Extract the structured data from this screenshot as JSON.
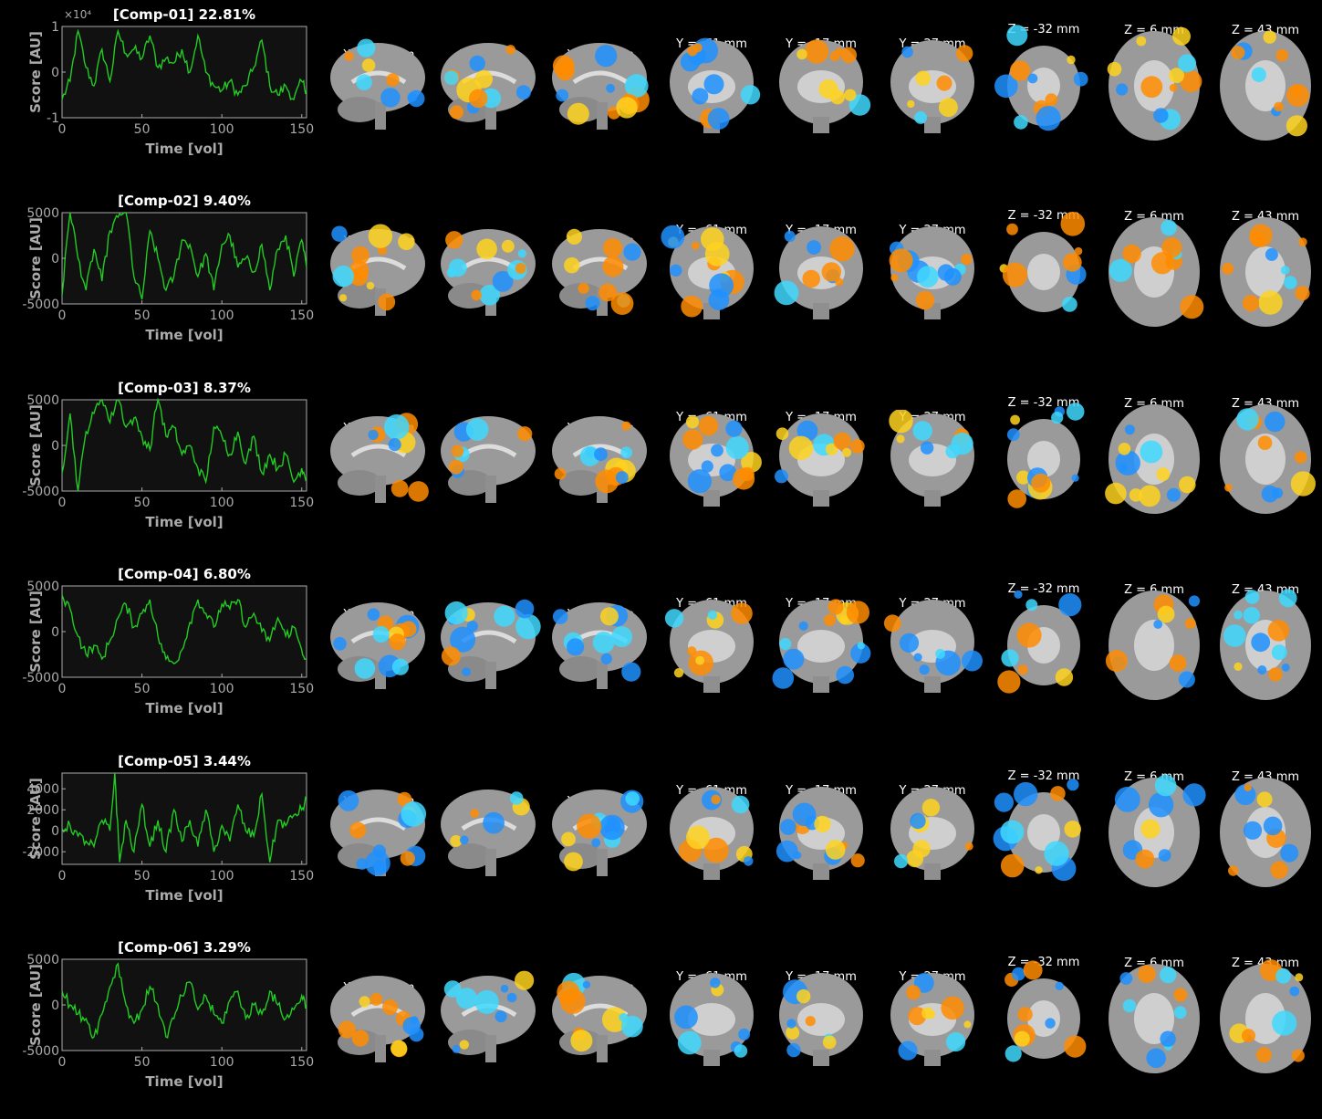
{
  "axes": {
    "ylabel": "Score [AU]",
    "xlabel": "Time [vol]",
    "xticks": [
      "0",
      "50",
      "100",
      "150"
    ],
    "xlim": [
      0,
      153
    ],
    "exponent_label": "×10⁴"
  },
  "slice_labels": [
    "X = -33 mm",
    "X = 2 mm",
    "X = 37 mm",
    "Y = -61 mm",
    "Y = -17 mm",
    "Y = 27 mm",
    "Z = -32 mm",
    "Z = 6 mm",
    "Z = 43 mm"
  ],
  "colors": {
    "trace": "#22cc22",
    "plot_bg": "#111111",
    "axis": "#aaaaaa",
    "positive": "#ff8c00",
    "negative": "#1e90ff"
  },
  "chart_data": [
    {
      "type": "line",
      "title": "[Comp-01] 22.81%",
      "yticks": [
        "-1",
        "0",
        "1"
      ],
      "ylim": [
        -1,
        1
      ],
      "x": [
        0,
        5,
        10,
        15,
        20,
        25,
        30,
        35,
        40,
        45,
        50,
        55,
        60,
        65,
        70,
        75,
        80,
        85,
        90,
        95,
        100,
        105,
        110,
        115,
        120,
        125,
        130,
        135,
        140,
        145,
        150,
        153
      ],
      "values": [
        -0.6,
        -0.2,
        0.9,
        0.1,
        -0.3,
        0.5,
        -0.2,
        0.9,
        0.4,
        0.5,
        0.3,
        0.8,
        0.1,
        0.3,
        0.2,
        0.5,
        0.0,
        0.8,
        0.0,
        -0.3,
        -0.4,
        -0.2,
        -0.5,
        -0.3,
        0.1,
        0.7,
        -0.3,
        -0.5,
        -0.3,
        -0.6,
        -0.2,
        -0.4
      ]
    },
    {
      "type": "line",
      "title": "[Comp-02] 9.40%",
      "yticks": [
        "5000",
        "0",
        "-5000"
      ],
      "ylim": [
        -5000,
        5000
      ],
      "x": [
        0,
        5,
        10,
        15,
        20,
        25,
        30,
        35,
        40,
        45,
        50,
        55,
        60,
        65,
        70,
        75,
        80,
        85,
        90,
        95,
        100,
        105,
        110,
        115,
        120,
        125,
        130,
        135,
        140,
        145,
        150,
        153
      ],
      "values": [
        -4000,
        5500,
        0,
        -3500,
        1000,
        -2500,
        3000,
        4500,
        5500,
        -2000,
        -4500,
        3000,
        0,
        -3500,
        -2000,
        2000,
        1500,
        -2000,
        500,
        -3500,
        1500,
        2500,
        -1000,
        0,
        -1500,
        1500,
        -3500,
        1000,
        2500,
        -2000,
        2000,
        -1000
      ]
    },
    {
      "type": "line",
      "title": "[Comp-03] 8.37%",
      "yticks": [
        "5000",
        "0",
        "-5000"
      ],
      "ylim": [
        -5000,
        5000
      ],
      "x": [
        0,
        5,
        10,
        15,
        20,
        25,
        30,
        35,
        40,
        45,
        50,
        55,
        60,
        65,
        70,
        75,
        80,
        85,
        90,
        95,
        100,
        105,
        110,
        115,
        120,
        125,
        130,
        135,
        140,
        145,
        150,
        153
      ],
      "values": [
        -3000,
        3500,
        -5000,
        1500,
        3500,
        5500,
        2500,
        5500,
        2000,
        3000,
        1000,
        -500,
        5500,
        1000,
        2000,
        -1000,
        0,
        -2500,
        -4000,
        2000,
        1000,
        -1000,
        1500,
        -2000,
        1000,
        -3000,
        -1000,
        -2500,
        -1000,
        -4000,
        -2500,
        -3500
      ]
    },
    {
      "type": "line",
      "title": "[Comp-04] 6.80%",
      "yticks": [
        "5000",
        "0",
        "-5000"
      ],
      "ylim": [
        -5000,
        5000
      ],
      "x": [
        0,
        5,
        10,
        15,
        20,
        25,
        30,
        35,
        40,
        45,
        50,
        55,
        60,
        65,
        70,
        75,
        80,
        85,
        90,
        95,
        100,
        105,
        110,
        115,
        120,
        125,
        130,
        135,
        140,
        145,
        150,
        153
      ],
      "values": [
        4000,
        2500,
        -500,
        -2500,
        -1500,
        -3000,
        -1000,
        1500,
        3000,
        500,
        2000,
        3500,
        -500,
        -3000,
        -3500,
        -2000,
        1000,
        3500,
        2000,
        500,
        3000,
        2500,
        3500,
        500,
        2000,
        0,
        -1000,
        1500,
        -500,
        500,
        -2000,
        -3000
      ]
    },
    {
      "type": "line",
      "title": "[Comp-05] 3.44%",
      "yticks": [
        "4000",
        "2000",
        "0",
        "-2000"
      ],
      "ylim": [
        -3200,
        5500
      ],
      "x": [
        0,
        5,
        10,
        15,
        20,
        25,
        30,
        33,
        36,
        40,
        45,
        50,
        55,
        60,
        65,
        70,
        75,
        80,
        85,
        90,
        95,
        100,
        105,
        110,
        115,
        120,
        125,
        130,
        135,
        140,
        145,
        150,
        153
      ],
      "values": [
        200,
        500,
        -500,
        -1000,
        -1500,
        1000,
        0,
        5500,
        -3000,
        1000,
        -2000,
        2500,
        -1500,
        1000,
        -2000,
        2000,
        -1000,
        1000,
        -1500,
        2000,
        -2000,
        500,
        -1000,
        2500,
        0,
        -500,
        3500,
        -3000,
        1000,
        500,
        1500,
        2000,
        3000
      ]
    },
    {
      "type": "line",
      "title": "[Comp-06] 3.29%",
      "yticks": [
        "5000",
        "0",
        "-5000"
      ],
      "ylim": [
        -5000,
        5000
      ],
      "x": [
        0,
        5,
        10,
        15,
        20,
        25,
        30,
        35,
        40,
        45,
        50,
        55,
        60,
        65,
        70,
        75,
        80,
        85,
        90,
        95,
        100,
        105,
        110,
        115,
        120,
        125,
        130,
        135,
        140,
        145,
        150,
        153
      ],
      "values": [
        1500,
        0,
        -1000,
        -1500,
        -3500,
        -1000,
        2000,
        4500,
        0,
        -2000,
        -500,
        2000,
        0,
        -3500,
        -1500,
        1000,
        2500,
        -500,
        1000,
        -1000,
        -2000,
        500,
        1500,
        -1500,
        0,
        -1000,
        1500,
        0,
        -1500,
        -500,
        1000,
        0
      ]
    }
  ]
}
